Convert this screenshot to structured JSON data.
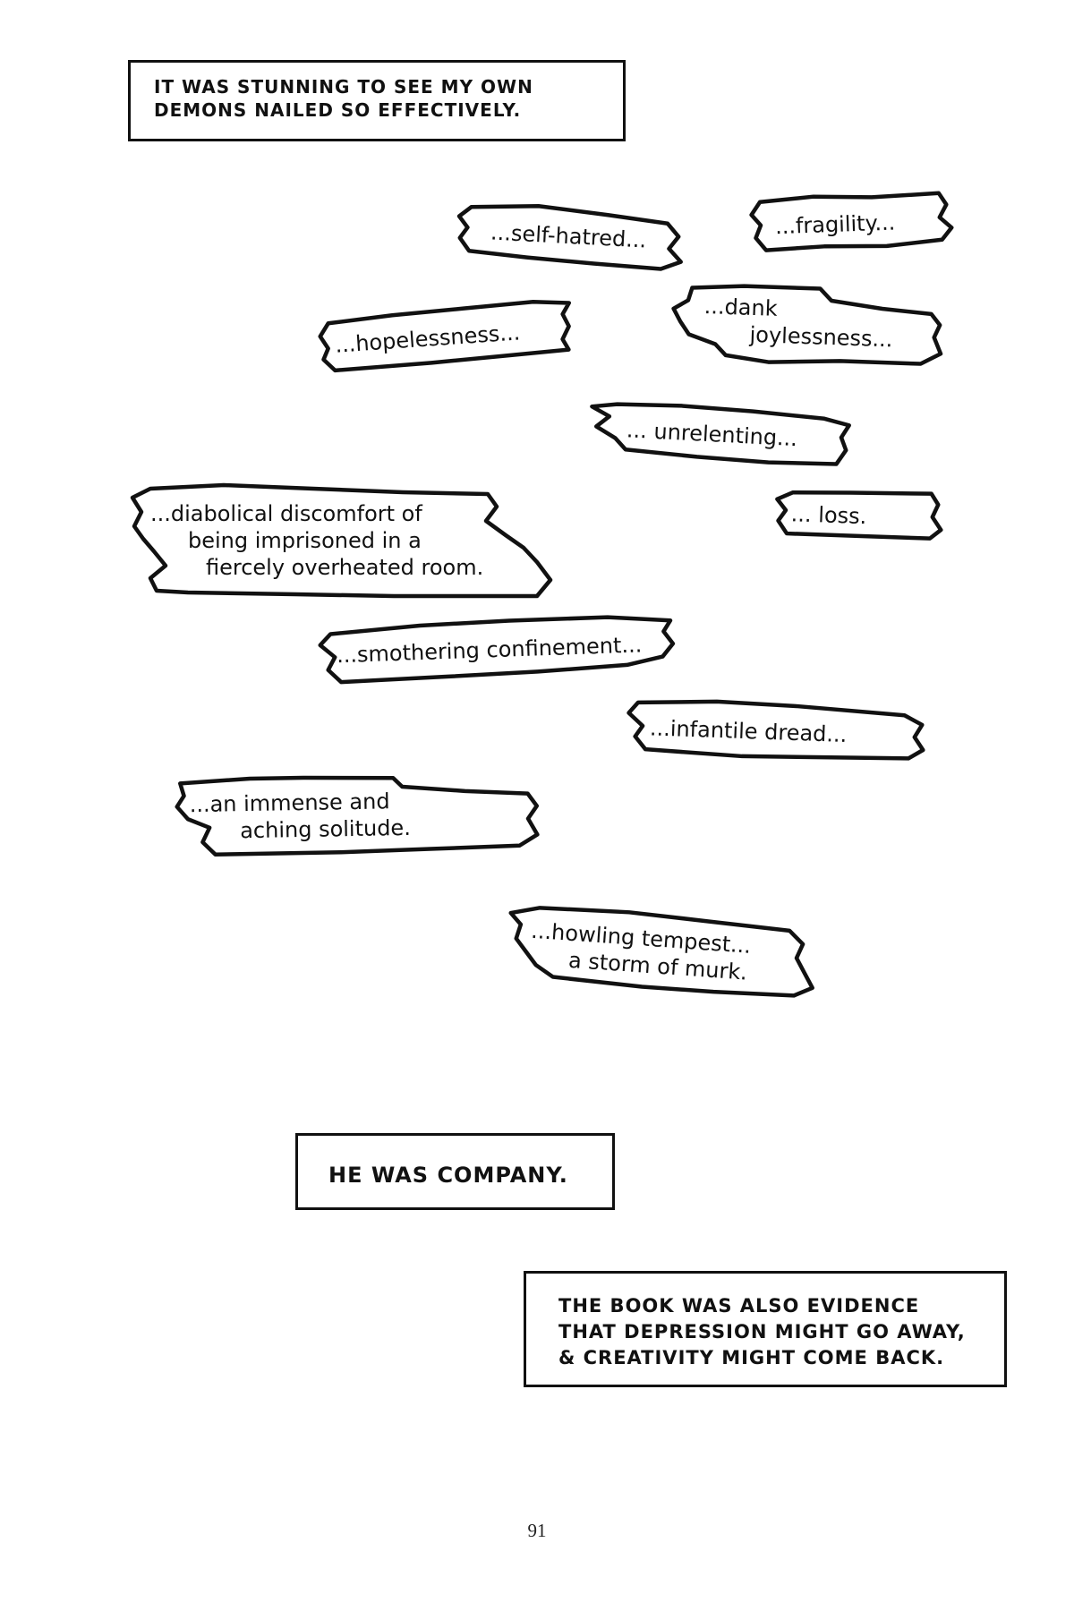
{
  "captions": {
    "top": {
      "lines": [
        "It was stunning to see my own",
        "demons nailed so effectively."
      ]
    },
    "company": {
      "lines": [
        "He was company."
      ]
    },
    "evidence": {
      "lines": [
        "The book was also evidence",
        "that depression might go away,",
        "& creativity might come back."
      ]
    }
  },
  "bubbles": {
    "self_hatred": [
      "...self-hatred..."
    ],
    "fragility": [
      "...fragility..."
    ],
    "hopelessness": [
      "...hopelessness..."
    ],
    "dank_joylessness": [
      "...dank",
      "joylessness..."
    ],
    "unrelenting": [
      "... unrelenting..."
    ],
    "diabolical": [
      "...diabolical discomfort of",
      "being imprisoned in a",
      "fiercely overheated room."
    ],
    "loss": [
      "... loss."
    ],
    "smothering": [
      "...smothering confinement..."
    ],
    "infantile": [
      "...infantile dread..."
    ],
    "solitude": [
      "...an immense and",
      "aching solitude."
    ],
    "tempest": [
      "...howling tempest...",
      "a storm of murk."
    ]
  },
  "page_number": "91"
}
